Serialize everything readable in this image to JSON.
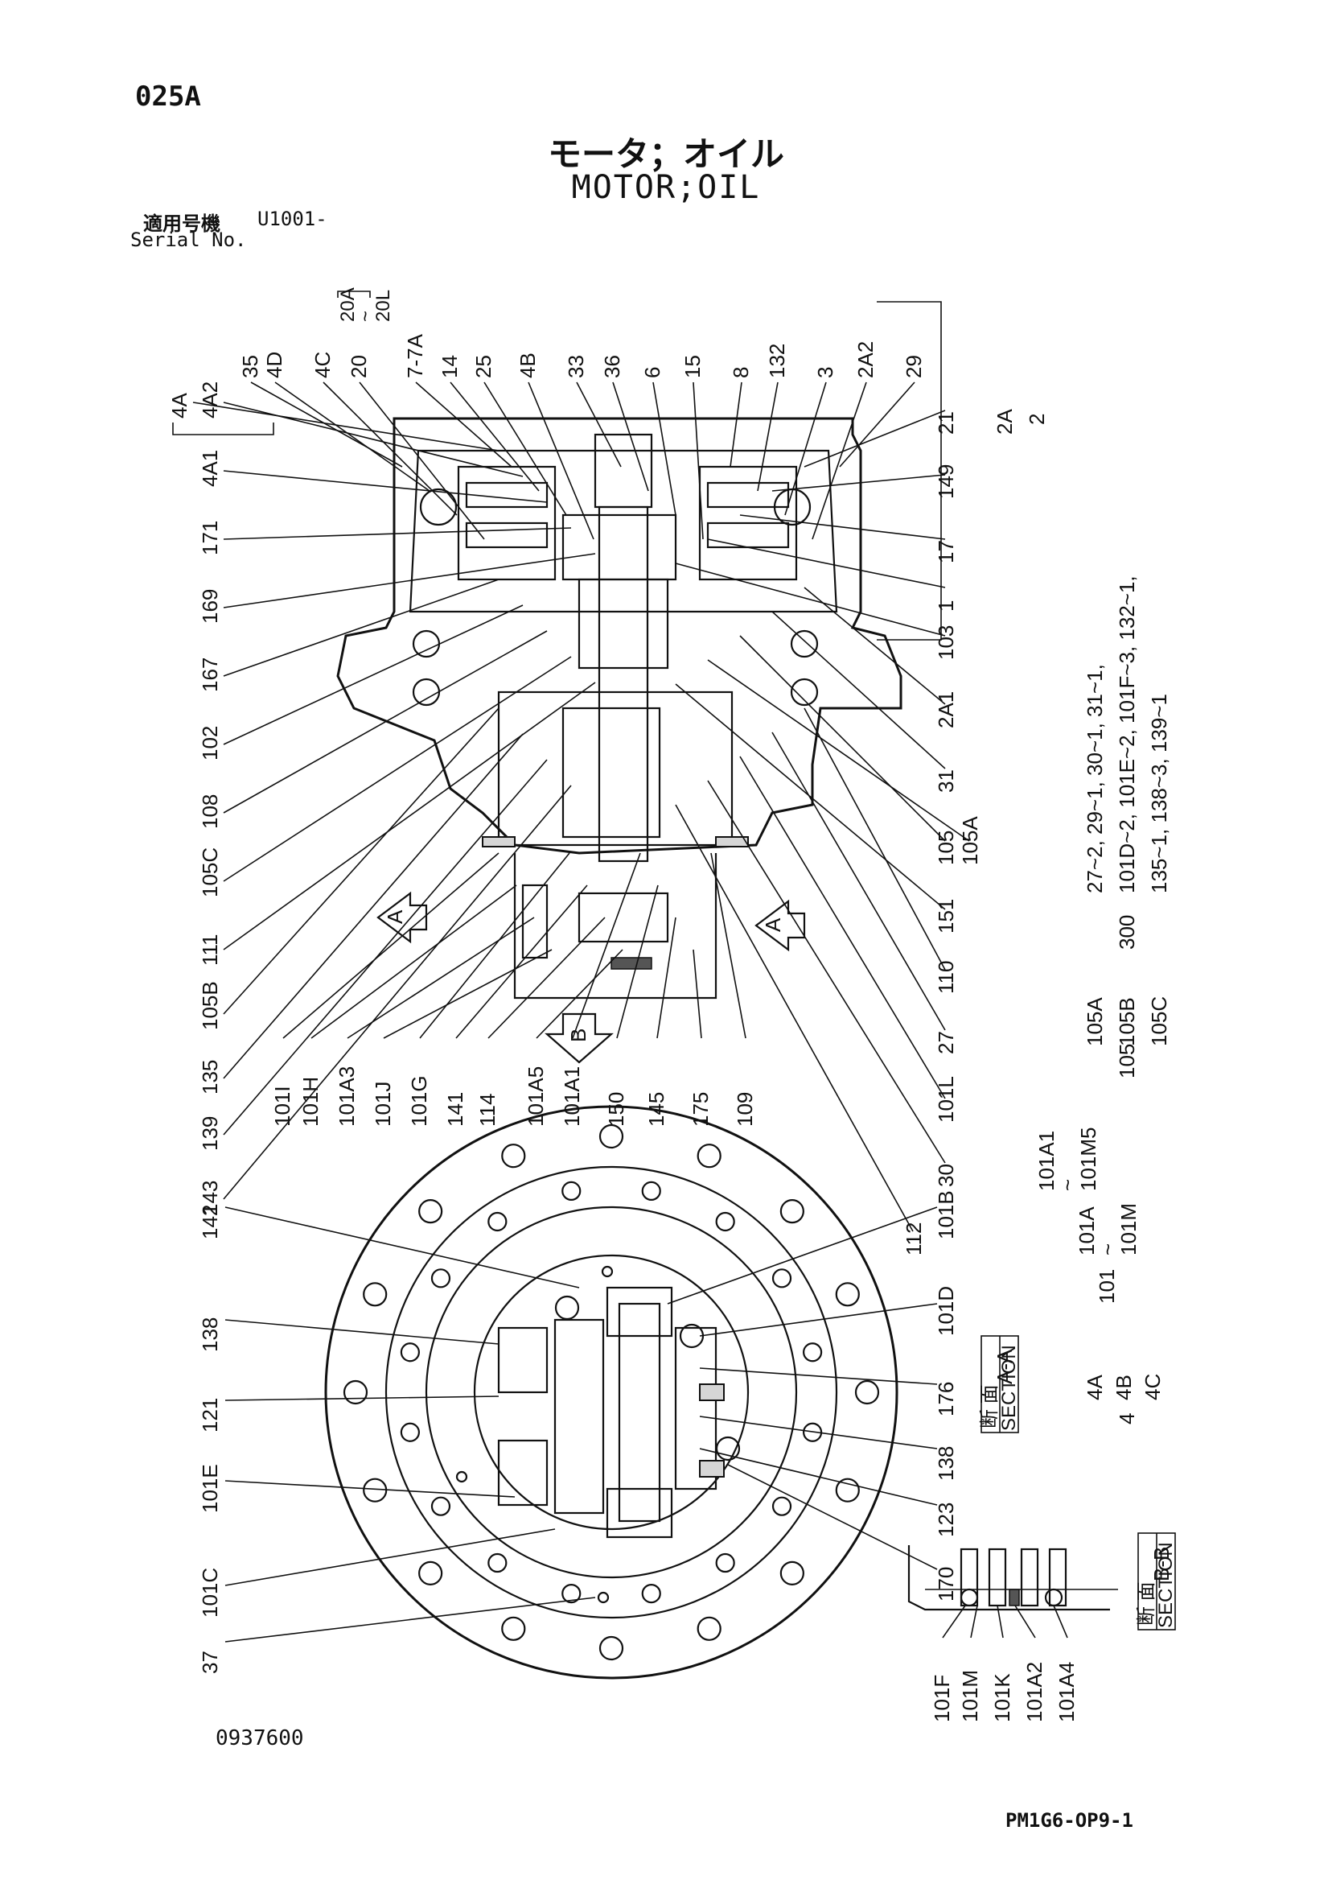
{
  "header": {
    "page_code": "025A",
    "title_jp": "モータ；オイル",
    "title_en": "MOTOR;OIL",
    "serial_label_jp": "適用号機",
    "serial_value": "U1001-",
    "serial_label_en": "Serial No."
  },
  "footer": {
    "drawing_number": "0937600",
    "page_reference": "PM1G6-OP9-1"
  },
  "section_view_labels": {
    "section_a_mark": "A",
    "section_b_mark": "B",
    "section_aa_jp": "断 面",
    "section_aa_en": "SECTION",
    "section_aa": "A-A",
    "section_bb_jp": "断 面",
    "section_bb_en": "SECTION",
    "section_bb": "B-B"
  },
  "upper_view_callouts": {
    "left_top": [
      "4A",
      "4A2",
      "4A1",
      "171",
      "169",
      "167",
      "102",
      "108",
      "105C",
      "111",
      "105B",
      "135",
      "139",
      "143"
    ],
    "top": [
      "35",
      "4D",
      "4C",
      "20",
      "7-7A",
      "14",
      "25",
      "4B",
      "33",
      "36",
      "6",
      "15",
      "8",
      "132",
      "3",
      "2A2",
      "29"
    ],
    "group_20": [
      "20A",
      "~",
      "20L"
    ],
    "right": [
      "21",
      "149",
      "17",
      "1",
      "103",
      "2A1",
      "31",
      "105",
      "105A",
      "151",
      "110",
      "27",
      "101L",
      "30",
      "112"
    ],
    "group_2": [
      "2A",
      "2"
    ],
    "bottom": [
      "101I",
      "101H",
      "101A3",
      "101J",
      "101G",
      "141",
      "114",
      "101A5",
      "101A1",
      "150",
      "145",
      "175",
      "109"
    ]
  },
  "kit_300": {
    "number": "300",
    "row1": "27~2,    29~1,    30~1,  31~1,",
    "row2": "101D~2, 101E~2, 101F~3, 132~1,",
    "row3": "135~1,   138~3,   139~1"
  },
  "group_105": {
    "number": "105",
    "items": [
      "105A",
      "105B",
      "105C"
    ]
  },
  "group_101": {
    "number": "101",
    "sub": [
      "101A",
      "~",
      "101M"
    ],
    "sub2": [
      "101A1",
      "~",
      "101M5"
    ]
  },
  "group_4": {
    "number": "4",
    "items": [
      "4A",
      "4B",
      "4C"
    ]
  },
  "lower_view_callouts": {
    "left": [
      "142",
      "138",
      "121",
      "101E",
      "101C",
      "37"
    ],
    "right": [
      "101B",
      "101D",
      "176",
      "138",
      "123",
      "170"
    ]
  },
  "detail_b_callouts": [
    "101F",
    "101M",
    "101K",
    "101A2",
    "101A4"
  ]
}
